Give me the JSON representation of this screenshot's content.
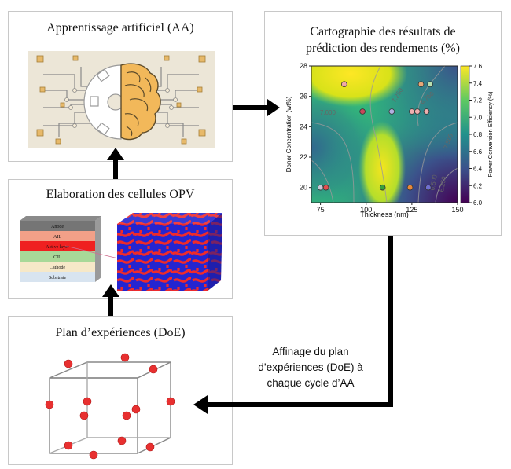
{
  "panels": {
    "ml": {
      "title": "Apprentissage artificiel (AA)"
    },
    "opv": {
      "title": "Elaboration des cellules OPV",
      "layers": [
        "Anode",
        "AIL",
        "Active layer",
        "CIL",
        "Cathode",
        "Substrate"
      ]
    },
    "doe": {
      "title": "Plan d’expériences (DoE)"
    },
    "map": {
      "title_line1": "Cartographie des résultats de",
      "title_line2": "prédiction des rendements (%)"
    }
  },
  "refinement_note": [
    "Affinage du plan",
    "d’expériences (DoE) à",
    "chaque cycle d’AA"
  ],
  "chart_data": {
    "type": "heatmap",
    "xlabel": "Thickness (nm)",
    "ylabel": "Donor Concentration (wt%)",
    "colorbar_label": "Power Conversion Efficiency (%)",
    "xlim": [
      70,
      150
    ],
    "ylim": [
      19,
      28
    ],
    "x_ticks": [
      "75",
      "100",
      "125",
      "150"
    ],
    "y_ticks": [
      "20",
      "22",
      "24",
      "26",
      "28"
    ],
    "colorbar_ticks": [
      "6.0",
      "6.2",
      "6.4",
      "6.6",
      "6.8",
      "7.0",
      "7.2",
      "7.4",
      "7.6"
    ],
    "colorbar_range": [
      6.0,
      7.6
    ],
    "contour_labels": [
      "7.500",
      "7.250",
      "7.000",
      "6.750",
      "6.500",
      "6.250"
    ],
    "colors": {
      "low": "#440154",
      "mid": "#21918c",
      "high": "#fde725"
    },
    "points": [
      {
        "x": 88,
        "y": 26.8,
        "color": "#f0a8a8"
      },
      {
        "x": 98,
        "y": 25.0,
        "color": "#c8485a"
      },
      {
        "x": 114,
        "y": 25.0,
        "color": "#b0b0e0"
      },
      {
        "x": 125,
        "y": 25.0,
        "color": "#f0b0b0"
      },
      {
        "x": 128,
        "y": 25.0,
        "color": "#f0b0b0"
      },
      {
        "x": 133,
        "y": 25.0,
        "color": "#f0b0b0"
      },
      {
        "x": 130,
        "y": 26.8,
        "color": "#e8a878"
      },
      {
        "x": 135,
        "y": 26.8,
        "color": "#b8e0b0"
      },
      {
        "x": 75,
        "y": 20.0,
        "color": "#c8c8d8"
      },
      {
        "x": 78,
        "y": 20.0,
        "color": "#e05050"
      },
      {
        "x": 109,
        "y": 20.0,
        "color": "#3aa03a"
      },
      {
        "x": 124,
        "y": 20.0,
        "color": "#e8883a"
      },
      {
        "x": 134,
        "y": 20.0,
        "color": "#7070d0"
      }
    ]
  }
}
